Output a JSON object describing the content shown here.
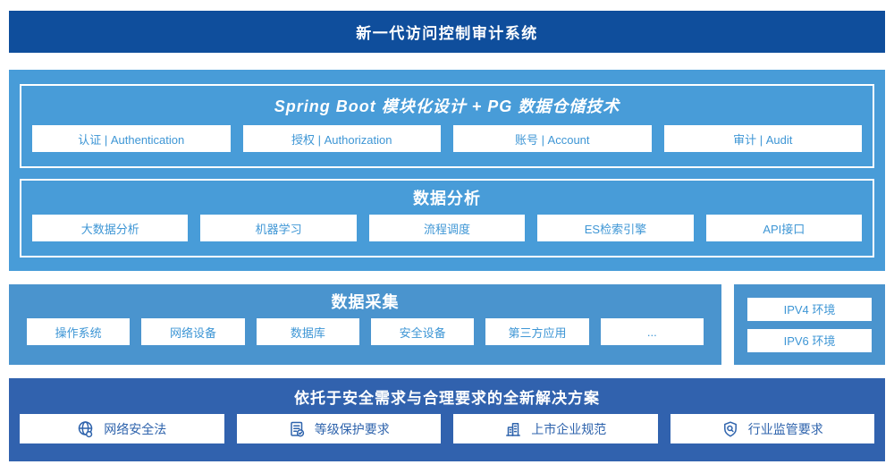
{
  "banner": {
    "title": "新一代访问控制审计系统"
  },
  "platform": {
    "module_layer": {
      "title": "Spring Boot 模块化设计 + PG 数据仓储技术",
      "items": [
        "认证 | Authentication",
        "授权 | Authorization",
        "账号 | Account",
        "审计 | Audit"
      ]
    },
    "analysis_layer": {
      "title": "数据分析",
      "items": [
        "大数据分析",
        "机器学习",
        "流程调度",
        "ES检索引擎",
        "API接口"
      ]
    }
  },
  "collection": {
    "title": "数据采集",
    "items": [
      "操作系统",
      "网络设备",
      "数据库",
      "安全设备",
      "第三方应用",
      "..."
    ]
  },
  "environment": {
    "items": [
      "IPV4 环境",
      "IPV6 环境"
    ]
  },
  "solution": {
    "title": "依托于安全需求与合理要求的全新解决方案",
    "items": [
      {
        "icon": "globe-icon",
        "label": "网络安全法"
      },
      {
        "icon": "document-check-icon",
        "label": "等级保护要求"
      },
      {
        "icon": "buildings-icon",
        "label": "上市企业规范"
      },
      {
        "icon": "shield-search-icon",
        "label": "行业监管要求"
      }
    ]
  },
  "colors": {
    "banner-bg": "#0f4e9c",
    "platform-bg": "#489cd8",
    "collect-bg": "#4a94ce",
    "solution-bg": "#3162ae",
    "box-text-light": "#3e96d5",
    "box-text-dark": "#2e63ac"
  }
}
